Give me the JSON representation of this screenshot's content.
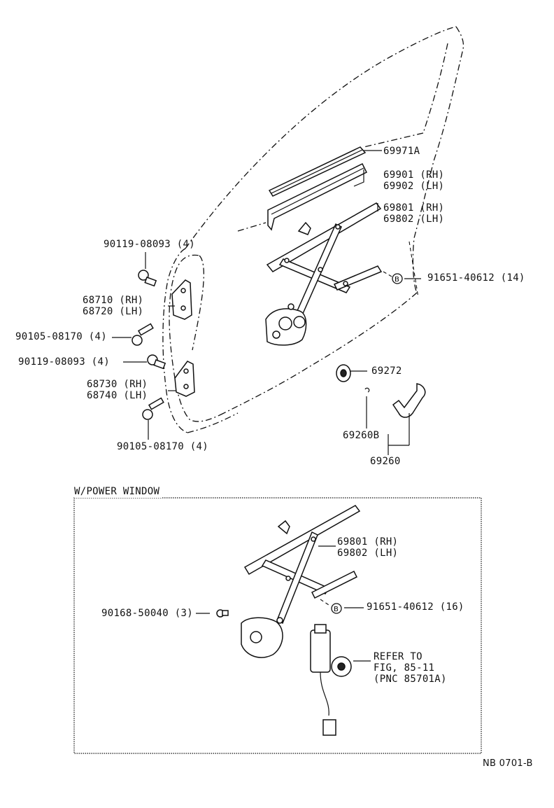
{
  "labels": {
    "p69971a": "69971A",
    "p69901": "69901 (RH)",
    "p69902": "69902 (LH)",
    "p69801_top": "69801 (RH)",
    "p69802_top": "69802 (LH)",
    "p91651_top": "91651-40612 (14)",
    "p90119_a": "90119-08093 (4)",
    "p68710": "68710 (RH)",
    "p68720": "68720 (LH)",
    "p90105_a": "90105-08170 (4)",
    "p90119_b": "90119-08093 (4)",
    "p68730": "68730 (RH)",
    "p68740": "68740 (LH)",
    "p90105_b": "90105-08170 (4)",
    "p69272": "69272",
    "p69260b": "69260B",
    "p69260": "69260",
    "power_window_title": "W/POWER WINDOW",
    "p69801_pw": "69801 (RH)",
    "p69802_pw": "69802 (LH)",
    "p91651_pw": "91651-40612 (16)",
    "p90168": "90168-50040 (3)",
    "refer1": "REFER TO",
    "refer2": "FIG, 85-11",
    "refer3": "(PNC 85701A)",
    "circle_b": "B",
    "figure_code": "NB 0701-B"
  }
}
